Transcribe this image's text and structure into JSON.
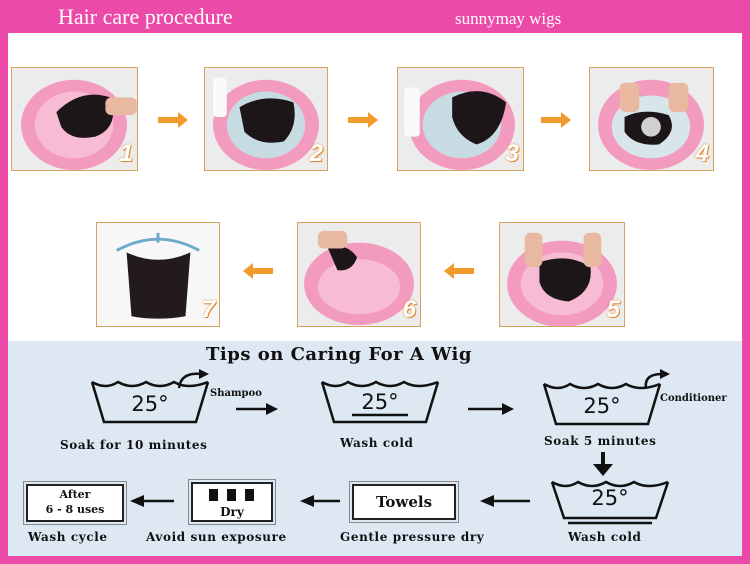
{
  "header": {
    "title": "Hair care procedure",
    "brand": "sunnymay wigs"
  },
  "steps": [
    {
      "number": "1"
    },
    {
      "number": "2"
    },
    {
      "number": "3"
    },
    {
      "number": "4"
    },
    {
      "number": "5"
    },
    {
      "number": "6"
    },
    {
      "number": "7"
    }
  ],
  "tips": {
    "title": "Tips on Caring For A Wig",
    "tub_temperature": "25°",
    "shampoo_label": "Shampoo",
    "conditioner_label": "Conditioner",
    "soak_10": "Soak for 10 minutes",
    "wash_cold_1": "Wash cold",
    "soak_5": "Soak 5 minutes",
    "wash_cold_2": "Wash cold",
    "towels_label": "Towels",
    "gentle_dry": "Gentle pressure dry",
    "dry_label": "Dry",
    "avoid_sun": "Avoid sun exposure",
    "after_line1": "After",
    "after_line2": "6 - 8 uses",
    "wash_cycle": "Wash cycle"
  },
  "colors": {
    "background": "#ec4aa8",
    "frame_border": "#d7a25b",
    "arrow_orange": "#f39a2c",
    "basin_pink": "#f4a6c6",
    "tips_bg": "#dde8f3"
  }
}
